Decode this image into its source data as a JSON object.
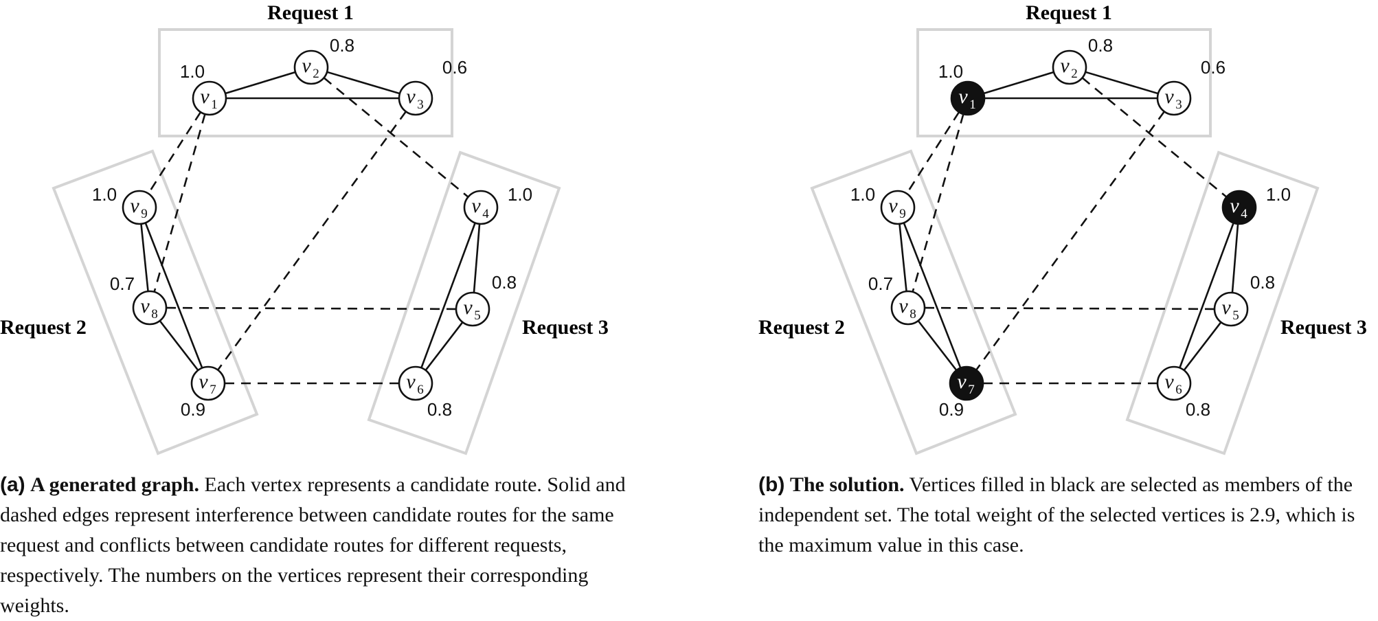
{
  "panels": [
    {
      "id": "a",
      "request_labels": [
        "Request 1",
        "Request 2",
        "Request 3"
      ],
      "vertices": [
        {
          "id": "v1",
          "name": "v",
          "sub": "1",
          "weight": "1.0",
          "selected": false
        },
        {
          "id": "v2",
          "name": "v",
          "sub": "2",
          "weight": "0.8",
          "selected": false
        },
        {
          "id": "v3",
          "name": "v",
          "sub": "3",
          "weight": "0.6",
          "selected": false
        },
        {
          "id": "v4",
          "name": "v",
          "sub": "4",
          "weight": "1.0",
          "selected": false
        },
        {
          "id": "v5",
          "name": "v",
          "sub": "5",
          "weight": "0.8",
          "selected": false
        },
        {
          "id": "v6",
          "name": "v",
          "sub": "6",
          "weight": "0.8",
          "selected": false
        },
        {
          "id": "v7",
          "name": "v",
          "sub": "7",
          "weight": "0.9",
          "selected": false
        },
        {
          "id": "v8",
          "name": "v",
          "sub": "8",
          "weight": "0.7",
          "selected": false
        },
        {
          "id": "v9",
          "name": "v",
          "sub": "9",
          "weight": "1.0",
          "selected": false
        }
      ],
      "caption": {
        "tag": "(a)",
        "head": "A generated graph.",
        "text": "Each vertex represents a candidate route. Solid and dashed edges represent interference between candidate routes for the same request and conflicts between candidate routes for different requests, respectively. The numbers on the vertices represent their corresponding weights."
      }
    },
    {
      "id": "b",
      "request_labels": [
        "Request 1",
        "Request 2",
        "Request 3"
      ],
      "vertices": [
        {
          "id": "v1",
          "name": "v",
          "sub": "1",
          "weight": "1.0",
          "selected": true
        },
        {
          "id": "v2",
          "name": "v",
          "sub": "2",
          "weight": "0.8",
          "selected": false
        },
        {
          "id": "v3",
          "name": "v",
          "sub": "3",
          "weight": "0.6",
          "selected": false
        },
        {
          "id": "v4",
          "name": "v",
          "sub": "4",
          "weight": "1.0",
          "selected": true
        },
        {
          "id": "v5",
          "name": "v",
          "sub": "5",
          "weight": "0.8",
          "selected": false
        },
        {
          "id": "v6",
          "name": "v",
          "sub": "6",
          "weight": "0.8",
          "selected": false
        },
        {
          "id": "v7",
          "name": "v",
          "sub": "7",
          "weight": "0.9",
          "selected": true
        },
        {
          "id": "v8",
          "name": "v",
          "sub": "8",
          "weight": "0.7",
          "selected": false
        },
        {
          "id": "v9",
          "name": "v",
          "sub": "9",
          "weight": "1.0",
          "selected": false
        }
      ],
      "caption": {
        "tag": "(b)",
        "head": "The solution.",
        "text": "Vertices filled in black are selected as members of the independent set. The total weight of the selected vertices is 2.9, which is the maximum value in this case."
      }
    }
  ],
  "edges": {
    "solid": [
      [
        "v1",
        "v2"
      ],
      [
        "v1",
        "v3"
      ],
      [
        "v2",
        "v3"
      ],
      [
        "v4",
        "v5"
      ],
      [
        "v4",
        "v6"
      ],
      [
        "v5",
        "v6"
      ],
      [
        "v7",
        "v8"
      ],
      [
        "v7",
        "v9"
      ],
      [
        "v8",
        "v9"
      ]
    ],
    "dashed": [
      [
        "v2",
        "v4"
      ],
      [
        "v1",
        "v9"
      ],
      [
        "v1",
        "v8"
      ],
      [
        "v3",
        "v7"
      ],
      [
        "v8",
        "v5"
      ],
      [
        "v7",
        "v6"
      ]
    ]
  },
  "colors": {
    "box": "#d4d4d4",
    "edge": "#111111",
    "selected_fill": "#111111",
    "node_fill": "#ffffff"
  }
}
